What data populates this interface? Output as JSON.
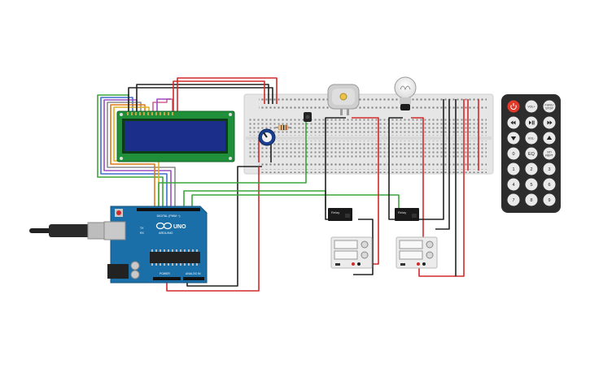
{
  "arduino": {
    "brand": "ARDUINO",
    "model": "UNO",
    "header_digital": "DIGITAL (PWM ~)",
    "header_power": "POWER",
    "header_analog": "ANALOG IN",
    "led_tx": "TX",
    "led_rx": "RX"
  },
  "relay": {
    "label": "Relay"
  },
  "remote": {
    "buttons": [
      {
        "label": "",
        "kind": "power"
      },
      {
        "label": "VOL+",
        "kind": "round"
      },
      {
        "label": "FUNC/ STOP",
        "kind": "round"
      },
      {
        "label": "",
        "kind": "prev"
      },
      {
        "label": "",
        "kind": "playpause"
      },
      {
        "label": "",
        "kind": "next"
      },
      {
        "label": "",
        "kind": "down"
      },
      {
        "label": "VOL-",
        "kind": "round"
      },
      {
        "label": "",
        "kind": "up"
      },
      {
        "label": "0",
        "kind": "round"
      },
      {
        "label": "EQ",
        "kind": "round"
      },
      {
        "label": "ST/ REPT",
        "kind": "round"
      },
      {
        "label": "1",
        "kind": "round"
      },
      {
        "label": "2",
        "kind": "round"
      },
      {
        "label": "3",
        "kind": "round"
      },
      {
        "label": "4",
        "kind": "round"
      },
      {
        "label": "5",
        "kind": "round"
      },
      {
        "label": "6",
        "kind": "round"
      },
      {
        "label": "7",
        "kind": "round"
      },
      {
        "label": "8",
        "kind": "round"
      },
      {
        "label": "9",
        "kind": "round"
      }
    ]
  },
  "colors": {
    "wire_red": "#d22a2a",
    "wire_black": "#222222",
    "wire_green": "#3aa63a",
    "wire_yellow": "#e0b020",
    "wire_purple": "#9b4fc4",
    "wire_orange": "#e07a1a",
    "wire_gray": "#8a8a8a",
    "wire_pink": "#d06090",
    "lcd_board": "#1f8f3a",
    "lcd_screen": "#1b2f8a",
    "arduino_board": "#1a6fa8",
    "breadboard": "#e8e8e8",
    "remote_body": "#2d2d2d",
    "power_button": "#e23a2a"
  }
}
